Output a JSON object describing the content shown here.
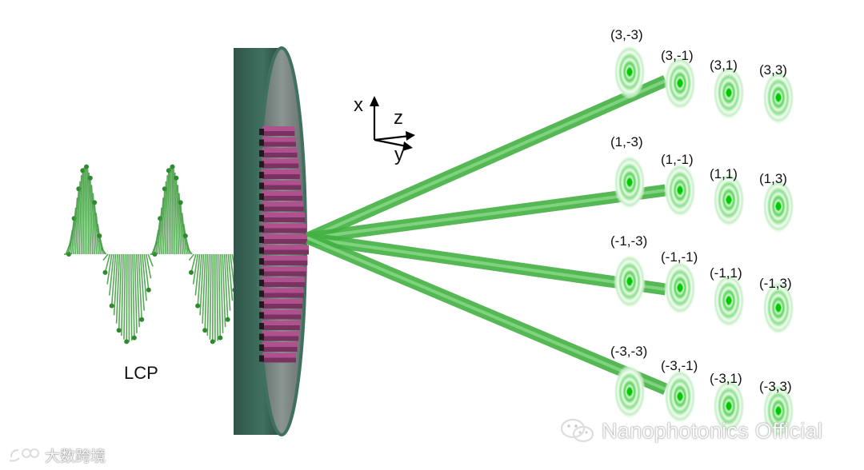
{
  "labels": {
    "polarization": "LCP",
    "axis_x": "x",
    "axis_y": "y",
    "axis_z": "z"
  },
  "spot_rows": [
    [
      "(3,-3)",
      "(3,-1)",
      "(3,1)",
      "(3,3)"
    ],
    [
      "(1,-3)",
      "(1,-1)",
      "(1,1)",
      "(1,3)"
    ],
    [
      "(-1,-3)",
      "(-1,-1)",
      "(-1,1)",
      "(-1,3)"
    ],
    [
      "(-3,-3)",
      "(-3,-1)",
      "(-3,1)",
      "(-3,3)"
    ]
  ],
  "watermarks": {
    "journal": "Nanophotonics Official",
    "source": "大数跨境"
  },
  "colors": {
    "beam": "#43b043",
    "spot_center": "#00c800",
    "disk": "#3f6f60",
    "pillar": "#7a3360",
    "wave": "#3a9a3a"
  }
}
